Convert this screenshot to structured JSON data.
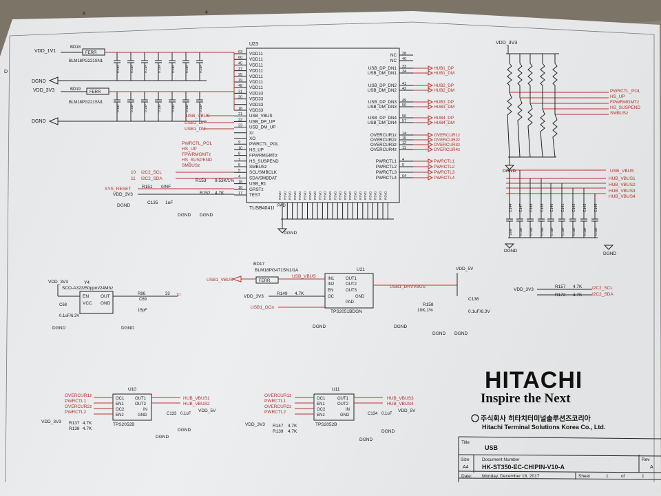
{
  "title_block": {
    "brand": "HITACHI",
    "slogan": "Inspire the Next",
    "company_ko": "주식회사 히타치터미널솔루션즈코리아",
    "company_en": "Hitachi Terminal Solutions Korea Co., Ltd.",
    "title_label": "Title",
    "title": "USB",
    "size_label": "Size",
    "size": "A4",
    "docnum_label": "Document Number",
    "docnum": "HK-ST350-EC-CHIPIN-V10-A",
    "rev_label": "Rev",
    "rev": "A",
    "date_label": "Date:",
    "date": "Monday, December 18, 2017",
    "sheet_label": "Sheet",
    "sheet_num": "1",
    "of_label": "of",
    "sheet_total": "1"
  },
  "hub": {
    "ref": "U23",
    "part": "TUSB4041I",
    "left_pins": [
      {
        "num": "63",
        "name": "VDD11"
      },
      {
        "num": "60",
        "name": "VDD11"
      },
      {
        "num": "45",
        "name": "VDD11"
      },
      {
        "num": "37",
        "name": "VDD11"
      },
      {
        "num": "25",
        "name": "VDD11"
      },
      {
        "num": "19",
        "name": "VDD11"
      },
      {
        "num": "48",
        "name": "VDD11"
      },
      {
        "num": "31",
        "name": "VDD33"
      },
      {
        "num": "20",
        "name": "VDD33"
      },
      {
        "num": "",
        "name": "VDD33"
      },
      {
        "num": "16",
        "name": "VDD33"
      },
      {
        "num": "21",
        "name": "USB_VBUS"
      },
      {
        "num": "22",
        "name": "USB_DP_UP"
      },
      {
        "num": "23",
        "name": "USB_DM_UP"
      },
      {
        "num": "",
        "name": "XI"
      },
      {
        "num": "",
        "name": "XO"
      },
      {
        "num": "9",
        "name": "PWRCTL_POL"
      },
      {
        "num": "10",
        "name": "HS_UP"
      },
      {
        "num": "8",
        "name": "FPWRMGMTz"
      },
      {
        "num": "7",
        "name": "HS_SUSPEND"
      },
      {
        "num": "6",
        "name": "SMBUSz"
      },
      {
        "num": "5",
        "name": "SCL/SMBCLK"
      },
      {
        "num": "4",
        "name": "SDA/SMBDAT"
      },
      {
        "num": "18",
        "name": "USB_R1"
      },
      {
        "num": "16",
        "name": "GRSTz"
      },
      {
        "num": "17",
        "name": "TEST"
      }
    ],
    "right_pins": [
      {
        "num": "28",
        "name": "NC"
      },
      {
        "num": "40",
        "name": "NC"
      },
      {
        "num": "33",
        "name": "USB_DP_DN1"
      },
      {
        "num": "34",
        "name": "USB_DM_DN1"
      },
      {
        "num": "41",
        "name": "USB_DP_DN2"
      },
      {
        "num": "42",
        "name": "USB_DM_DN2"
      },
      {
        "num": "49",
        "name": "USB_DP_DN3"
      },
      {
        "num": "50",
        "name": "USB_DM_DN3"
      },
      {
        "num": "56",
        "name": "USB_DP_DN4"
      },
      {
        "num": "57",
        "name": "USB_DM_DN4"
      },
      {
        "num": "14",
        "name": "OVERCUR1z"
      },
      {
        "num": "15",
        "name": "OVERCUR2z"
      },
      {
        "num": "12",
        "name": "OVERCUR3z"
      },
      {
        "num": "11",
        "name": "OVERCUR4z"
      },
      {
        "num": "4",
        "name": "PWRCTL1"
      },
      {
        "num": "5",
        "name": "PWRCTL2"
      },
      {
        "num": "",
        "name": "PWRCTL3"
      },
      {
        "num": "64",
        "name": "PWRCTL4"
      }
    ],
    "right_nets": [
      "HUB1_DP",
      "HUB1_DM",
      "HUB2_DP",
      "HUB2_DM",
      "HUB3_DP",
      "HUB3_DM",
      "HUB4_DP",
      "HUB4_DM",
      "OVERCUR1z",
      "OVERCUR2z",
      "OVERCUR3z",
      "OVERCUR4z",
      "PWRCTL1",
      "PWRCTL2",
      "PWRCTL3",
      "PWRCTL4"
    ],
    "left_nets": [
      "USB_VBUS",
      "USB1_DP",
      "USB1_DM",
      "PWRCTL_POL",
      "HS_UP",
      "FPWRMGMTz",
      "HS_SUSPEND",
      "SMBUSz",
      "I2C2_SCL",
      "I2C2_SDA",
      "SYS_RESET"
    ],
    "pad_label": "PAD",
    "rsvd_label": "RSVD",
    "ground": "DGND"
  },
  "power": {
    "vdd_1v1": "VDD_1V1",
    "vdd_3v3": "VDD_3V3",
    "vdd_5v": "VDD_5V",
    "ferrite_1": "BD18",
    "ferrite_2": "BD19",
    "ferr": "FERR",
    "ferrite_part": "BLM18PG221SN1",
    "cap_value": "10uF",
    "cap_small": "0.1uF"
  },
  "parts": {
    "r151": "R151",
    "r151_val": "0/NF",
    "r153": "R153",
    "r153_val": "9.53K/1%",
    "r152": "R152",
    "r152_val": "4.7K",
    "c135": "C135",
    "c135_val": "1uF",
    "num_10": "10",
    "num_11": "11"
  },
  "pullups": {
    "nets": [
      "PWRCTL_POL",
      "HS_UP",
      "FPWRMGMTz",
      "HS_SUSPEND",
      "SMBUSz"
    ],
    "bulk_nets": [
      "USB_VBUS",
      "HUB_VBUS1",
      "HUB_VBUS2",
      "HUB_VBUS3",
      "HUB_VBUS4"
    ],
    "caps": [
      "C144",
      "C147",
      "C146",
      "C139",
      "C140",
      "C141",
      "C142",
      "C143",
      "C145"
    ]
  },
  "crystal": {
    "ref": "Y4",
    "part": "SCO-A323/50ppm/24Mhz",
    "en": "EN",
    "vcc": "VCC",
    "out": "OUT",
    "gnd": "GND",
    "r": "R96",
    "r_val": "33",
    "c": "C69",
    "c_val": "15pF",
    "c2": "C68",
    "c2_val": "0.1uF/6.3V",
    "xi": "XI"
  },
  "vbus_switch": {
    "ref": "U21",
    "part": "TPS2051BDGN",
    "ferrite": "BD17",
    "ferrite_part": "BLM18PG471SN1/1A",
    "ferr": "FERR",
    "pins_left": [
      "IN1",
      "IN2",
      "EN",
      "OC"
    ],
    "pins_right": [
      "OUT1",
      "OUT2",
      "OUT3",
      "GND",
      "PAD"
    ],
    "nets": [
      "USB1_VBUS",
      "USB_VBUS",
      "USB1_DRVVBUS",
      "USB1_OCn"
    ],
    "r149": "R149",
    "r149_val": "4.7K",
    "r158": "R158",
    "r158_val": "10K,1%",
    "c136": "C136",
    "c136_val": "0.1uF/6.3V"
  },
  "i2c_pullups": {
    "r1": "R157",
    "r1_val": "4.7K",
    "r2": "R172",
    "r2_val": "4.7K",
    "nets": [
      "I2C2_SCL",
      "I2C2_SDA"
    ]
  },
  "switch_u10": {
    "ref": "U10",
    "part": "TPS2052B",
    "pins_left": [
      "OC1",
      "EN1",
      "OC2",
      "EN2"
    ],
    "pins_right": [
      "OUT1",
      "OUT2",
      "IN",
      "GND"
    ],
    "nets_in": [
      "OVERCUR1z",
      "PWRCTL1",
      "OVERCUR2z",
      "PWRCTL2"
    ],
    "nets_out": [
      "HUB_VBUS1",
      "HUB_VBUS2"
    ],
    "r_a": "R137",
    "r_b": "R138",
    "r_val": "4.7K",
    "cap": "C133",
    "cap_val": "0.1uF"
  },
  "switch_u11": {
    "ref": "U11",
    "part": "TPS2052B",
    "pins_left": [
      "OC1",
      "EN1",
      "OC2",
      "EN2"
    ],
    "pins_right": [
      "OUT1",
      "OUT2",
      "IN",
      "GND"
    ],
    "nets_in": [
      "OVERCUR1z",
      "PWRCTL1",
      "OVERCUR2z",
      "PWRCTL2"
    ],
    "nets_out": [
      "HUB_VBUS3",
      "HUB_VBUS4"
    ],
    "r_a": "R147",
    "r_b": "R139",
    "r_val": "4.7K",
    "cap": "C134",
    "cap_val": "0.1uF"
  },
  "frame": {
    "cols": [
      "5",
      "4"
    ],
    "rows": [
      "D"
    ]
  }
}
